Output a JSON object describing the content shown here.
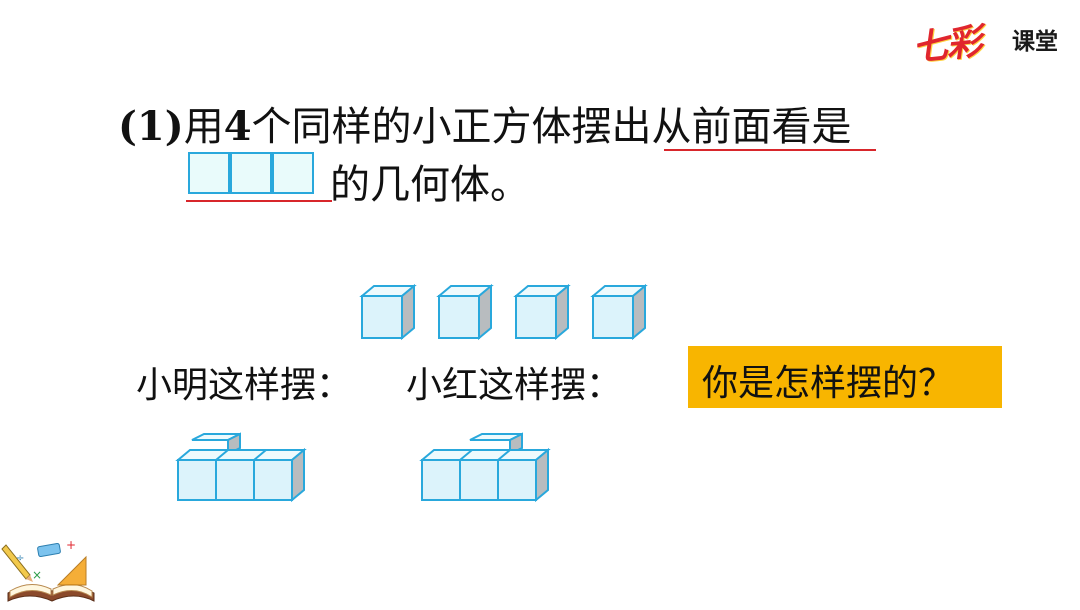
{
  "logo": {
    "brand": "七彩",
    "name": "课堂"
  },
  "question": {
    "number": "(1)",
    "line1_part1": "用",
    "count": "4",
    "line1_part2": "个同样的小正方体摆出",
    "line1_highlight": "从前面看是",
    "line2": "的几何体。"
  },
  "labels": {
    "xiaoming": "小明这样摆：",
    "xiaohong": "小红这样摆：",
    "ask": "你是怎样摆的？"
  },
  "colors": {
    "cube_fill": "#dcf3fb",
    "cube_stroke": "#29a8dc",
    "underline": "#d8262b",
    "ask_bg": "#f8b500"
  }
}
